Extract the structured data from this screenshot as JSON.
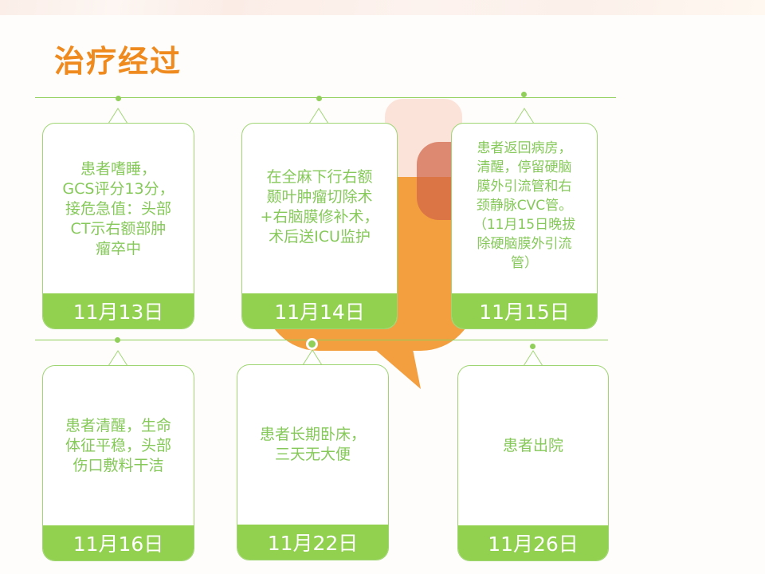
{
  "page": {
    "title": "治疗经过"
  },
  "colors": {
    "title": "#ee8a1e",
    "timeline_green": "#8fcf5a",
    "date_bar": "#92d050",
    "card_text": "#86c95a",
    "orange_bubble": "#f49f3f"
  },
  "timeline": {
    "events": [
      {
        "date": "11月13日",
        "lines": [
          "患者嗜睡，",
          "GCS评分13分，",
          "接危急值：头部",
          "CT示右额部肿",
          "瘤卒中"
        ]
      },
      {
        "date": "11月14日",
        "lines": [
          "在全麻下行右额",
          "颞叶肿瘤切除术",
          "+右脑膜修补术，",
          "术后送ICU监护"
        ]
      },
      {
        "date": "11月15日",
        "lines": [
          "患者返回病房，",
          "清醒，停留硬脑",
          "膜外引流管和右",
          "颈静脉CVC管。",
          "（11月15日晚拔",
          "除硬脑膜外引流",
          "管）"
        ]
      },
      {
        "date": "11月16日",
        "lines": [
          "患者清醒，生命",
          "体征平稳，头部",
          "伤口敷料干洁"
        ]
      },
      {
        "date": "11月22日",
        "lines": [
          "患者长期卧床，",
          "三天无大便"
        ]
      },
      {
        "date": "11月26日",
        "lines": [
          "患者出院"
        ]
      }
    ]
  }
}
